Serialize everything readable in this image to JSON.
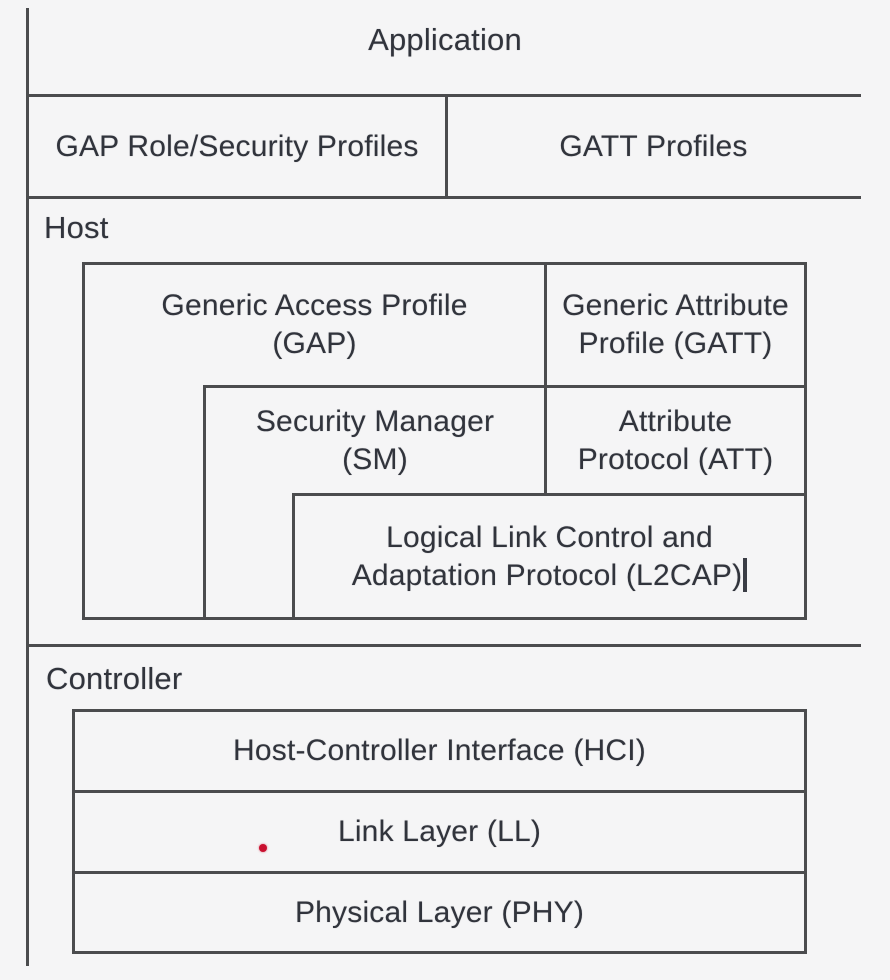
{
  "colors": {
    "background": "#f5f5f6",
    "line": "#4b4c4e",
    "text": "#31343c",
    "pointer_dot": "#c9102f"
  },
  "application": {
    "label": "Application"
  },
  "profiles_row": {
    "gap_profiles_label": "GAP Role/Security Profiles",
    "gatt_profiles_label": "GATT Profiles"
  },
  "host": {
    "section_label": "Host",
    "gap": {
      "line1": "Generic Access Profile",
      "line2": "(GAP)"
    },
    "gatt": {
      "line1": "Generic Attribute",
      "line2": "Profile (GATT)"
    },
    "sm": {
      "line1": "Security Manager",
      "line2": "(SM)"
    },
    "att": {
      "line1": "Attribute",
      "line2": "Protocol (ATT)"
    },
    "l2cap": {
      "line1": "Logical Link Control and",
      "line2": "Adaptation Protocol (L2CAP)"
    }
  },
  "controller": {
    "section_label": "Controller",
    "hci_label": "Host-Controller Interface (HCI)",
    "ll_label": "Link Layer (LL)",
    "phy_label": "Physical Layer (PHY)"
  }
}
